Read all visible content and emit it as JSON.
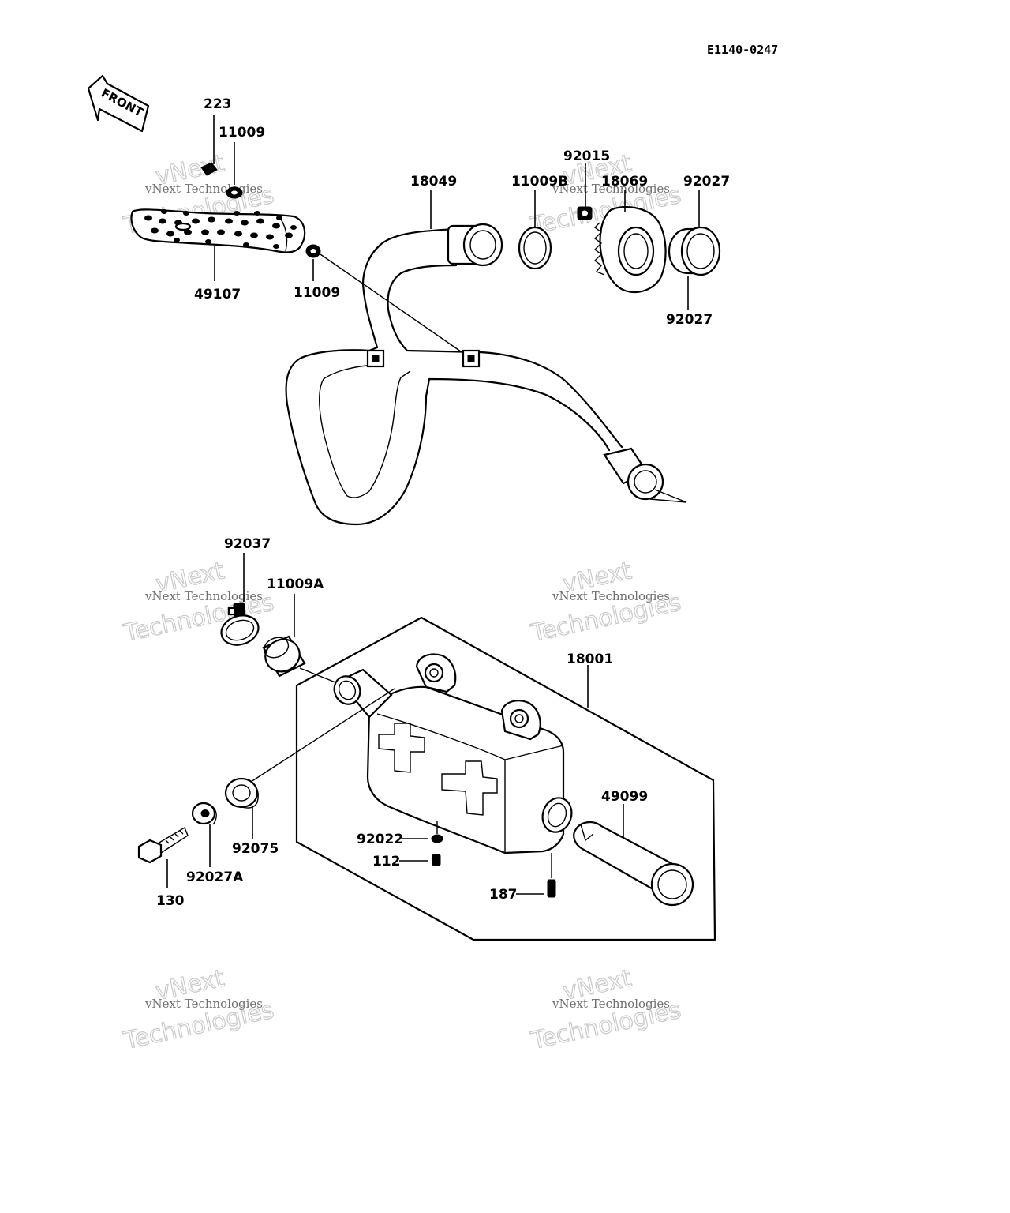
{
  "diagram_code": "E1140-0247",
  "front_label": "FRONT",
  "watermark": {
    "line1": "vNext Technologies",
    "line2": "vNext",
    "line3": "Technologies"
  },
  "parts": [
    {
      "id": "p223",
      "label": "223"
    },
    {
      "id": "p11009-top",
      "label": "11009"
    },
    {
      "id": "p49107",
      "label": "49107"
    },
    {
      "id": "p11009-mid",
      "label": "11009"
    },
    {
      "id": "p18049",
      "label": "18049"
    },
    {
      "id": "p11009b",
      "label": "11009B"
    },
    {
      "id": "p92015",
      "label": "92015"
    },
    {
      "id": "p18069",
      "label": "18069"
    },
    {
      "id": "p92027-top",
      "label": "92027"
    },
    {
      "id": "p92027-bottom",
      "label": "92027"
    },
    {
      "id": "p92037",
      "label": "92037"
    },
    {
      "id": "p11009a",
      "label": "11009A"
    },
    {
      "id": "p18001",
      "label": "18001"
    },
    {
      "id": "p49099",
      "label": "49099"
    },
    {
      "id": "p92022",
      "label": "92022"
    },
    {
      "id": "p112",
      "label": "112"
    },
    {
      "id": "p187",
      "label": "187"
    },
    {
      "id": "p92075",
      "label": "92075"
    },
    {
      "id": "p92027a",
      "label": "92027A"
    },
    {
      "id": "p130",
      "label": "130"
    }
  ]
}
